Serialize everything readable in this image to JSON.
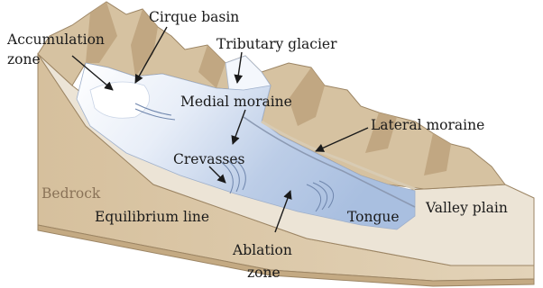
{
  "labels": {
    "cirque_basin": "Cirque basin",
    "accumulation_line1": "Accumulation",
    "accumulation_line2": "zone",
    "tributary_glacier": "Tributary glacier",
    "medial_moraine": "Medial moraine",
    "lateral_moraine": "Lateral moraine",
    "crevasses": "Crevasses",
    "bedrock": "Bedrock",
    "equilibrium_line": "Equilibrium line",
    "tongue": "Tongue",
    "valley_plain": "Valley plain",
    "ablation_line1": "Ablation",
    "ablation_line2": "zone"
  },
  "colors": {
    "bedrock_top": "#ece4d6",
    "bedrock_side": "#cdb592",
    "bedrock_front": "#dcc9aa",
    "mountain_light": "#d6c2a1",
    "mountain_dark": "#b89f7a",
    "ice_light": "#ffffff",
    "ice_blue": "#b9cbe6",
    "ice_deep": "#9fb7dc",
    "bedrock_label": "#8a7358",
    "text": "#1a1a1a"
  }
}
